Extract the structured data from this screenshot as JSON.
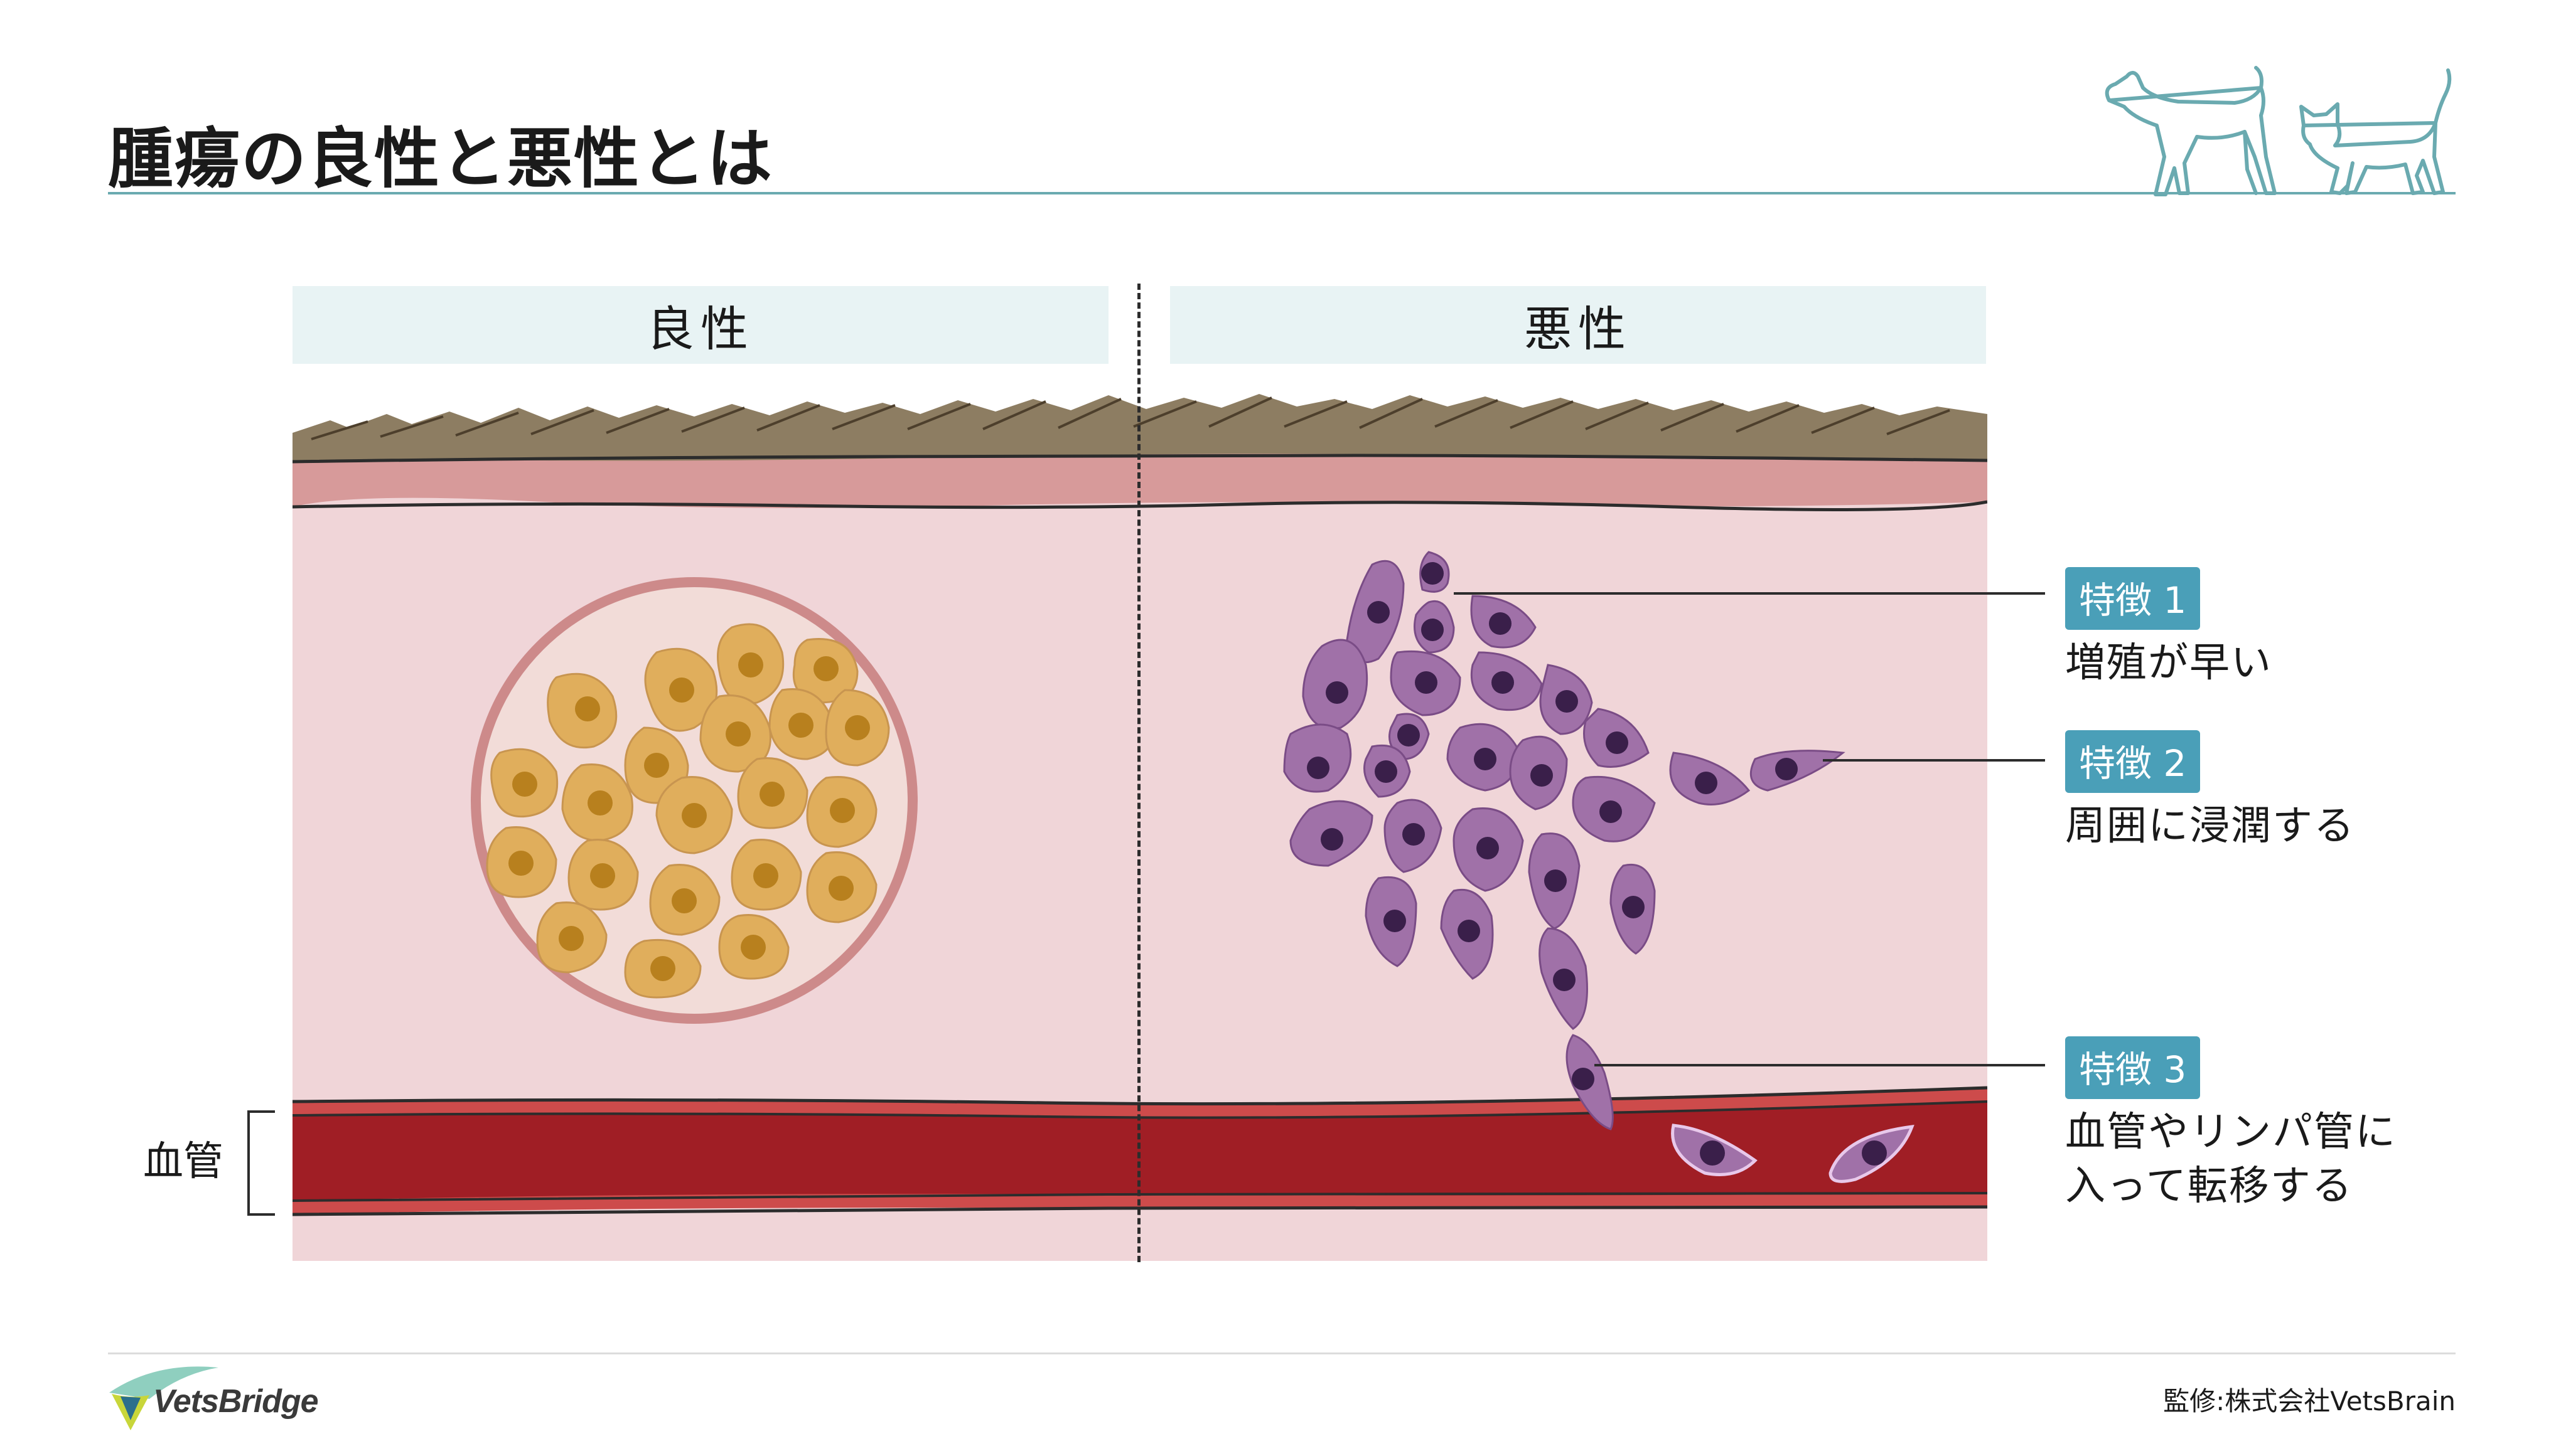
{
  "title": "腫瘍の良性と悪性とは",
  "panels": {
    "benign": "良性",
    "malignant": "悪性"
  },
  "vessel_label": "血管",
  "features": [
    {
      "badge": "特徴 1",
      "text_line1": "増殖が早い",
      "text_line2": ""
    },
    {
      "badge": "特徴 2",
      "text_line1": "周囲に浸潤する",
      "text_line2": ""
    },
    {
      "badge": "特徴 3",
      "text_line1": "血管やリンパ管に",
      "text_line2": "入って転移する"
    }
  ],
  "logo_text": "VetsBridge",
  "supervision": "監修:株式会社VetsBrain",
  "colors": {
    "accent": "#4a9fb8",
    "rule": "#6aaab0",
    "panel_bg": "#e8f3f4",
    "fur": "#8d7d62",
    "epidermis": "#d79a9a",
    "tissue": "#f0d5d8",
    "benign_cell": "#e0ae5c",
    "benign_nucleus": "#b8801e",
    "malignant_cell": "#a071a8",
    "malignant_nucleus": "#3a1f4a",
    "blood": "#a01e25",
    "vessel_wall": "#cd4b4b"
  },
  "icons": [
    "dog-cat-outline-icon",
    "vetsbridge-logo-icon"
  ]
}
